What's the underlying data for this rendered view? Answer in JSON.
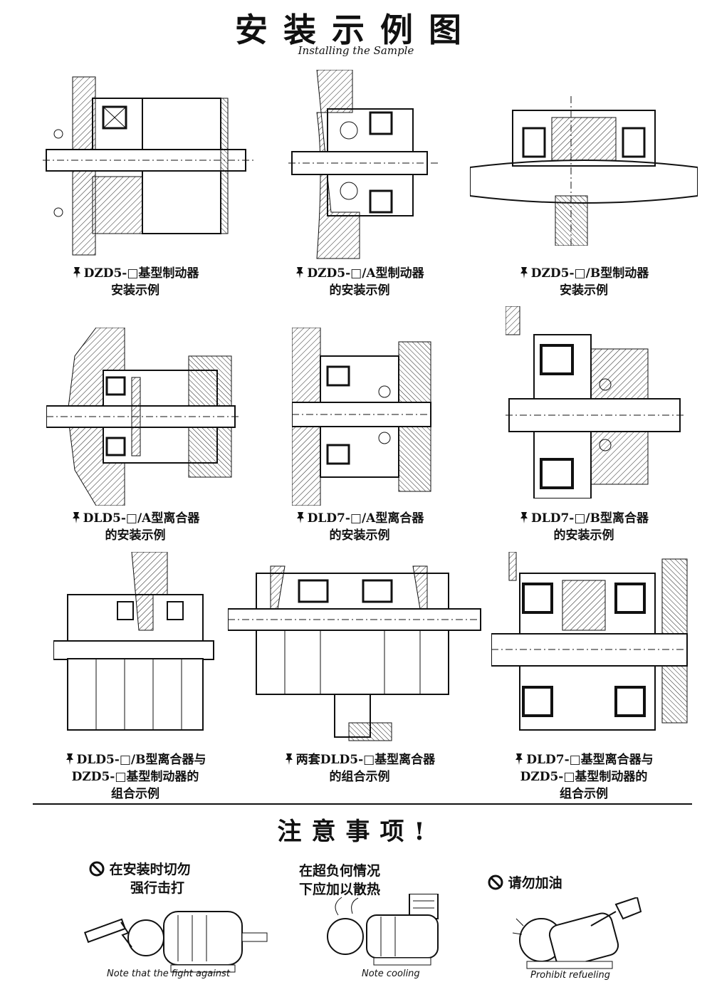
{
  "header": {
    "title": "安装示例图",
    "subtitle": "Installing the Sample"
  },
  "examples": [
    {
      "line1": "DZD5-□基型制动器",
      "line2": "安装示例",
      "line3": ""
    },
    {
      "line1": "DZD5-□/A型制动器",
      "line2": "的安装示例",
      "line3": ""
    },
    {
      "line1": "DZD5-□/B型制动器",
      "line2": "安装示例",
      "line3": ""
    },
    {
      "line1": "DLD5-□/A型离合器",
      "line2": "的安装示例",
      "line3": ""
    },
    {
      "line1": "DLD7-□/A型离合器",
      "line2": "的安装示例",
      "line3": ""
    },
    {
      "line1": "DLD7-□/B型离合器",
      "line2": "的安装示例",
      "line3": ""
    },
    {
      "line1": "DLD5-□/B型离合器与",
      "line2": "DZD5-□基型制动器的",
      "line3": "组合示例"
    },
    {
      "line1": "两套DLD5-□基型离合器",
      "line2": "的组合示例",
      "line3": ""
    },
    {
      "line1": "DLD7-□基型离合器与",
      "line2": "DZD5-□基型制动器的",
      "line3": "组合示例"
    }
  ],
  "notices": {
    "title": "注意事项!",
    "items": [
      {
        "text1": "在安装时切勿",
        "text2": "强行击打",
        "caption": "Note that the fight against"
      },
      {
        "text1": "在超负何情况",
        "text2": "下应加以散热",
        "caption": "Note cooling"
      },
      {
        "text1": "请勿加油",
        "text2": "",
        "caption": "Prohibit refueling"
      }
    ]
  }
}
